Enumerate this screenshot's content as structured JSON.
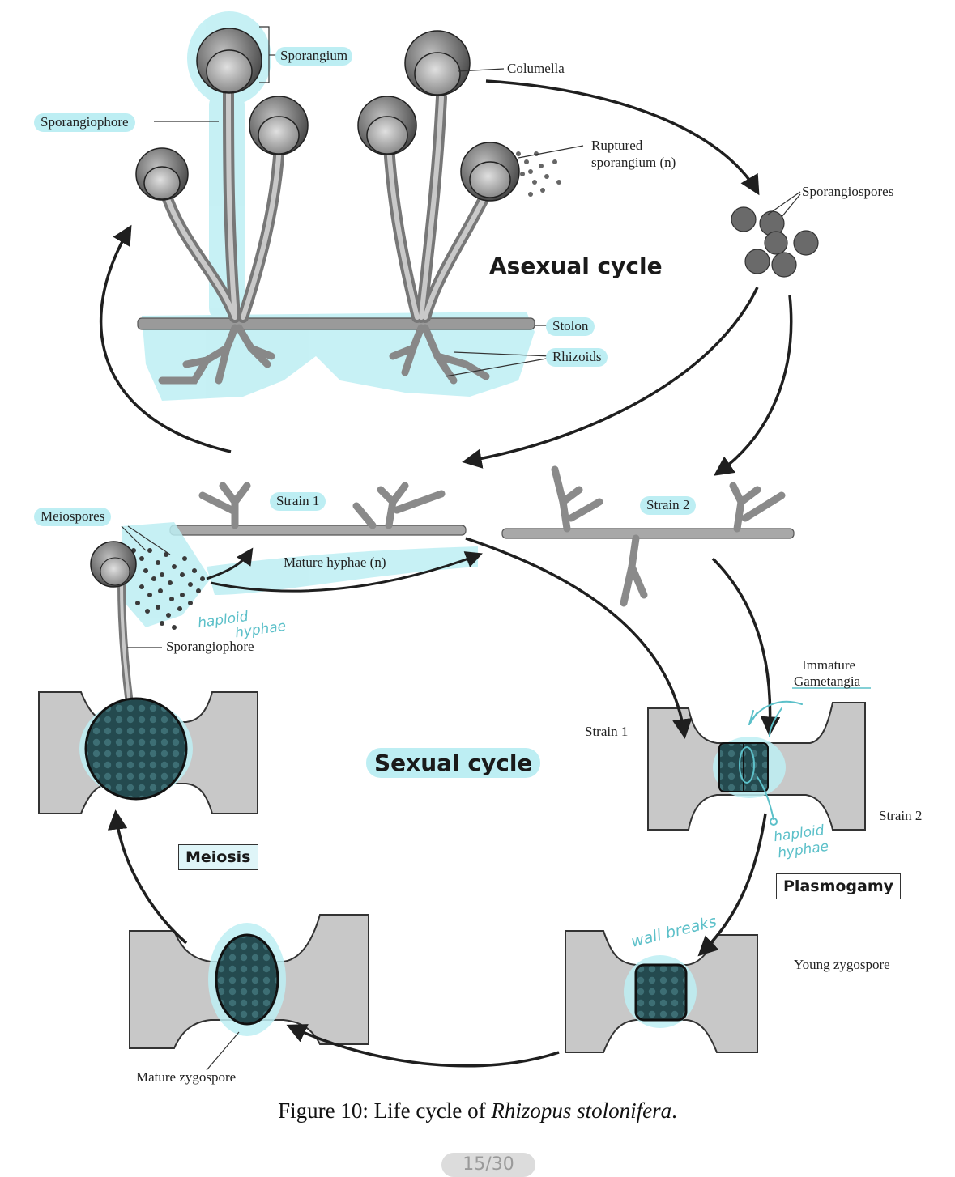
{
  "labels": {
    "sporangium": "Sporangium",
    "columella": "Columella",
    "sporangiophore_top": "Sporangiophore",
    "ruptured_1": "Ruptured",
    "ruptured_2": "sporangium (n)",
    "sporangiospores": "Sporangiospores",
    "stolon": "Stolon",
    "rhizoids": "Rhizoids",
    "strain1_top": "Strain 1",
    "strain2_top": "Strain 2",
    "meiospores": "Meiospores",
    "mature_hyphae": "Mature hyphae (n)",
    "sporangiophore_bottom": "Sporangiophore",
    "immature_1": "Immature",
    "immature_2": "Gametangia",
    "strain1_right": "Strain 1",
    "strain2_right": "Strain 2",
    "young_zygospore": "Young zygospore",
    "mature_zygospore": "Mature zygospore"
  },
  "titles": {
    "asexual": "Asexual cycle",
    "sexual": "Sexual cycle"
  },
  "boxes": {
    "meiosis": "Meiosis",
    "plasmogamy": "Plasmogamy"
  },
  "handwritten": {
    "haploid_hyphae_left_1": "haploid",
    "haploid_hyphae_left_2": "hyphae",
    "haploid_hyphae_right_1": "haploid",
    "haploid_hyphae_right_2": "hyphae",
    "wall_breaks": "wall breaks"
  },
  "caption": {
    "prefix": "Figure 10: Life cycle of ",
    "species": "Rhizopus stolonifera",
    "suffix": "."
  },
  "page_indicator": "15/30",
  "colors": {
    "highlight": "#bdeef3",
    "handwriting": "#5cc0c9",
    "arrow": "#1f1f1f",
    "structure": "#9a9a9a"
  }
}
